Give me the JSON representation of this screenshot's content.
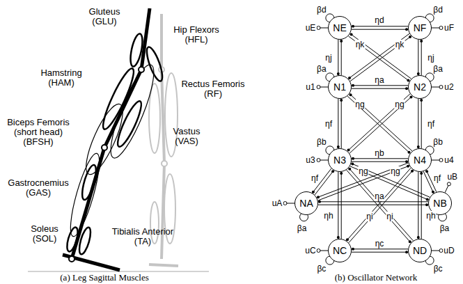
{
  "diagram": {
    "nodes": [
      {
        "text": [
          "NE"
        ]
      },
      {
        "text": [
          "NF"
        ]
      },
      {
        "text": [
          "N1"
        ]
      },
      {
        "text": [
          "N2"
        ]
      },
      {
        "text": [
          "N3"
        ]
      },
      {
        "text": [
          "N4"
        ]
      },
      {
        "text": [
          "NA"
        ]
      },
      {
        "text": [
          "NB"
        ]
      },
      {
        "text": [
          "NC"
        ]
      },
      {
        "text": [
          "ND"
        ]
      }
    ],
    "edges": [
      {
        "from": 0,
        "to": 1,
        "label": "ηd",
        "arrow": "none"
      },
      {
        "from": 0,
        "to": 2,
        "label": "ηj",
        "arrow": "none"
      },
      {
        "from": 1,
        "to": 3,
        "label": "ηj",
        "arrow": "none"
      },
      {
        "from": 0,
        "to": 3,
        "label": "ηk",
        "arrow": "none"
      },
      {
        "from": 1,
        "to": 2,
        "label": "ηk",
        "arrow": "none"
      },
      {
        "from": 2,
        "to": 3,
        "label": "ηa",
        "arrow": "none"
      },
      {
        "from": 2,
        "to": 4,
        "label": "ηf",
        "arrow": "none"
      },
      {
        "from": 3,
        "to": 5,
        "label": "ηf",
        "arrow": "none"
      },
      {
        "from": 2,
        "to": 5,
        "label": "ηg",
        "arrow": "none"
      },
      {
        "from": 3,
        "to": 4,
        "label": "ηg",
        "arrow": "none"
      },
      {
        "from": 4,
        "to": 5,
        "label": "ηb",
        "arrow": "none"
      },
      {
        "from": 4,
        "to": 6,
        "label": "ηf",
        "arrow": "none"
      },
      {
        "from": 5,
        "to": 7,
        "label": "ηf",
        "arrow": "none"
      },
      {
        "from": 4,
        "to": 7,
        "label": "ηg",
        "arrow": "none"
      },
      {
        "from": 5,
        "to": 6,
        "label": "ηg",
        "arrow": "none"
      },
      {
        "from": 6,
        "to": 7,
        "label": "ηa",
        "arrow": "none"
      },
      {
        "from": 4,
        "to": 8,
        "label": "ηh",
        "arrow": "none"
      },
      {
        "from": 5,
        "to": 9,
        "label": "ηh",
        "arrow": "none"
      },
      {
        "from": 4,
        "to": 9,
        "label": "ηi",
        "arrow": "none"
      },
      {
        "from": 5,
        "to": 8,
        "label": "ηi",
        "arrow": "none"
      },
      {
        "from": 8,
        "to": 9,
        "label": "ηc",
        "arrow": "none"
      }
    ],
    "labels": [
      "Gluteus (GLU)",
      "Hip Flexors (HFL)",
      "Hamstring (HAM)",
      "Rectus Femoris (RF)",
      "Vastus (VAS)",
      "Biceps Femoris (short head) (BFSH)",
      "Gastrocnemius (GAS)",
      "Soleus (SOL)",
      "Tibialis Anterior (TA)",
      "(a) Leg Sagittal Muscles",
      "(b) Oscillator Network",
      "βd",
      "βd",
      "βa",
      "βa",
      "βb",
      "βb",
      "βa",
      "βa",
      "βc",
      "βc",
      "uE",
      "uF",
      "u1",
      "u2",
      "u3",
      "u4",
      "uA",
      "uB",
      "uC",
      "uD"
    ]
  }
}
